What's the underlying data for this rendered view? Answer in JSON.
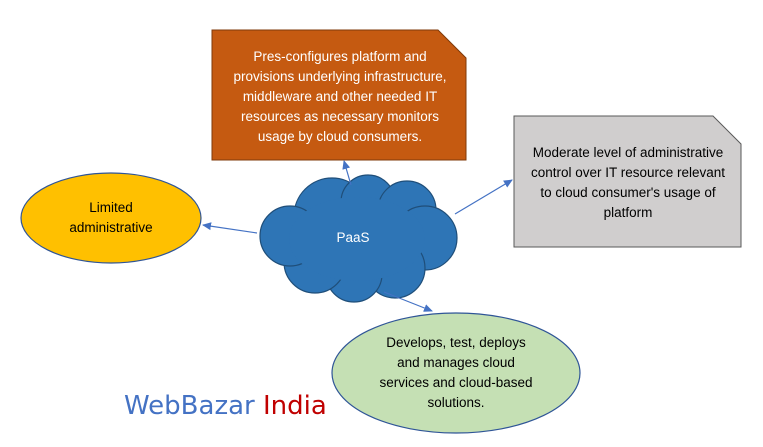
{
  "center_node": {
    "label": "PaaS"
  },
  "nodes": {
    "provider_box": {
      "text": "Pres-configures platform and provisions underlying infrastructure, middleware and other needed IT resources as necessary monitors usage by cloud consumers."
    },
    "control_box": {
      "text": "Moderate level of administrative control over IT resource relevant to cloud consumer's usage of platform"
    },
    "limited_ellipse": {
      "text": "Limited administrative"
    },
    "develops_ellipse": {
      "text": "Develops, test, deploys and manages cloud services and cloud-based solutions."
    }
  },
  "watermark": {
    "part1": "WebBazar",
    "part2": "India"
  },
  "colors": {
    "cloud_fill": "#2E75B6",
    "provider_fill": "#C55A11",
    "control_fill": "#D0CECE",
    "limited_fill": "#FFC000",
    "develops_fill": "#C5E0B4",
    "arrow": "#4472C4",
    "watermark_blue": "#4472C4",
    "watermark_red": "#C00000"
  },
  "icons": {
    "arrowheads": "arrowhead-icon"
  }
}
